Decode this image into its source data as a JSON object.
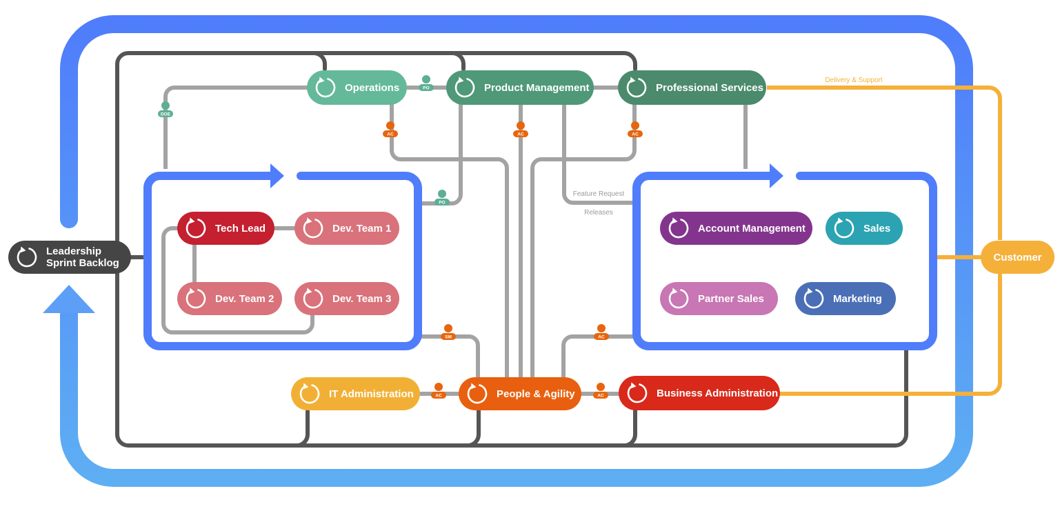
{
  "colors": {
    "frame_top": "#4f7dfb",
    "frame_bottom": "#5eaef3",
    "connector": "#a3a3a3",
    "structure": "#555555",
    "customer_line": "#f5b03a",
    "role_orange": "#e7650d",
    "role_green": "#5dae94"
  },
  "nodes": [
    {
      "id": "leadership",
      "label_lines": [
        "Leadership",
        "Sprint Backlog"
      ],
      "color": "#454545"
    },
    {
      "id": "operations",
      "label_lines": [
        "Operations"
      ],
      "color": "#64b99a"
    },
    {
      "id": "product",
      "label_lines": [
        "Product Management"
      ],
      "color": "#4f9878"
    },
    {
      "id": "services",
      "label_lines": [
        "Professional Services"
      ],
      "color": "#4b8a6c"
    },
    {
      "id": "techlead",
      "label_lines": [
        "Tech Lead"
      ],
      "color": "#c42030"
    },
    {
      "id": "dev1",
      "label_lines": [
        "Dev. Team 1"
      ],
      "color": "#d9727a"
    },
    {
      "id": "dev2",
      "label_lines": [
        "Dev. Team 2"
      ],
      "color": "#d9727a"
    },
    {
      "id": "dev3",
      "label_lines": [
        "Dev. Team 3"
      ],
      "color": "#d9727a"
    },
    {
      "id": "account",
      "label_lines": [
        "Account Management"
      ],
      "color": "#83358d"
    },
    {
      "id": "sales",
      "label_lines": [
        "Sales"
      ],
      "color": "#2ba3b2"
    },
    {
      "id": "partner",
      "label_lines": [
        "Partner Sales"
      ],
      "color": "#c876b4"
    },
    {
      "id": "marketing",
      "label_lines": [
        "Marketing"
      ],
      "color": "#4a6fb6"
    },
    {
      "id": "customer",
      "label_lines": [
        "Customer"
      ],
      "color": "#f5b03a"
    },
    {
      "id": "itadmin",
      "label_lines": [
        "IT Administration"
      ],
      "color": "#f1b035"
    },
    {
      "id": "people",
      "label_lines": [
        "People & Agility"
      ],
      "color": "#e8600f"
    },
    {
      "id": "bizadmin",
      "label_lines": [
        "Business Administration"
      ],
      "color": "#d8291a"
    }
  ],
  "role_badges": [
    {
      "id": "po-top",
      "text": "PO",
      "color": "#5dae94"
    },
    {
      "id": "doe",
      "text": "DOE",
      "color": "#5dae94"
    },
    {
      "id": "po-mid",
      "text": "PO",
      "color": "#5dae94"
    },
    {
      "id": "ac-ops",
      "text": "AC",
      "color": "#e7650d"
    },
    {
      "id": "ac-pm",
      "text": "AC",
      "color": "#e7650d"
    },
    {
      "id": "ac-ps",
      "text": "AC",
      "color": "#e7650d"
    },
    {
      "id": "sm",
      "text": "SM",
      "color": "#e7650d"
    },
    {
      "id": "ac-right",
      "text": "AC",
      "color": "#e7650d"
    },
    {
      "id": "ac-it",
      "text": "AC",
      "color": "#e7650d"
    },
    {
      "id": "ac-biz",
      "text": "AC",
      "color": "#e7650d"
    }
  ],
  "edge_labels": [
    {
      "id": "delivery",
      "text": "Delivery & Support",
      "color": "#f5b03a"
    },
    {
      "id": "feature",
      "text": "Feature Request",
      "color": "#9a9a9a"
    },
    {
      "id": "releases",
      "text": "Releases",
      "color": "#9a9a9a"
    }
  ]
}
